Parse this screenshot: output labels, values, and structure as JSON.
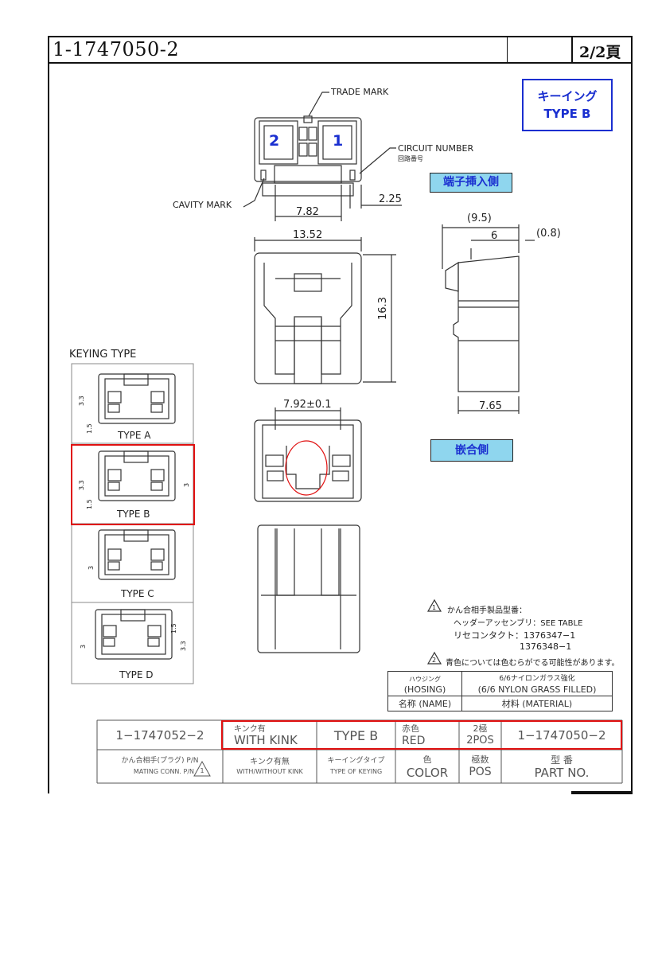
{
  "header": {
    "doc_number": "1-1747050-2",
    "page": "2/2頁"
  },
  "keying_box": {
    "line1": "キーイング",
    "line2": "TYPE B"
  },
  "badges": {
    "terminal_side": "端子挿入側",
    "mating_side": "嵌合側"
  },
  "labels": {
    "trade_mark": "TRADE MARK",
    "circuit_number": "CIRCUIT NUMBER",
    "circuit_number_jp": "回路番号",
    "cavity_mark": "CAVITY MARK",
    "keying_type": "KEYING TYPE",
    "circuit_1": "1",
    "circuit_2": "2"
  },
  "dimensions": {
    "d_2_25": "2.25",
    "d_7_82": "7.82",
    "d_13_52": "13.52",
    "d_16_3": "16.3",
    "d_9_5": "(9.5)",
    "d_6": "6",
    "d_0_8": "(0.8)",
    "d_7_65": "7.65",
    "d_7_92": "7.92±0.1",
    "d_3_3": "3.3",
    "d_1_5": "1.5",
    "d_3": "3"
  },
  "keying_types": [
    {
      "label": "TYPE A"
    },
    {
      "label": "TYPE B"
    },
    {
      "label": "TYPE C"
    },
    {
      "label": "TYPE D"
    }
  ],
  "notes": {
    "n1": "かん合相手製品型番：",
    "n2": "ヘッダーアッセンブリ：SEE TABLE",
    "n3": "リセコンタクト：1376347−1",
    "n4": "1376348−1",
    "n5": "青色については色むらがでる可能性があります。",
    "tri1": "1",
    "tri2": "2"
  },
  "material": {
    "housing_jp": "ハウジング",
    "housing_en": "(HOSING)",
    "material_jp": "6/6ナイロンガラス強化",
    "material_en": "(6/6 NYLON GRASS FILLED)",
    "name_label": "名称 (NAME)",
    "material_label": "材料 (MATERIAL)"
  },
  "parts_table": {
    "row": {
      "mating_pn": "1−1747052−2",
      "kink_jp": "キンク有",
      "kink_en": "WITH KINK",
      "keying": "TYPE B",
      "color_jp": "赤色",
      "color_en": "RED",
      "pos_jp": "2極",
      "pos_en": "2POS",
      "part_no": "1−1747050−2"
    },
    "header": {
      "mating_jp": "かん合相手(プラグ) P/N",
      "mating_en": "MATING CONN. P/N",
      "mating_tri": "1",
      "kink_jp": "キンク有無",
      "kink_en": "WITH/WITHOUT KINK",
      "keying_jp": "キーイングタイプ",
      "keying_en": "TYPE OF KEYING",
      "color_jp": "色",
      "color_en": "COLOR",
      "pos_jp": "極数",
      "pos_en": "POS",
      "part_jp": "型 番",
      "part_en": "PART NO."
    }
  },
  "colors": {
    "highlight": "#e01010",
    "blue": "#1a2fd0",
    "badge": "#8fd6ee"
  }
}
